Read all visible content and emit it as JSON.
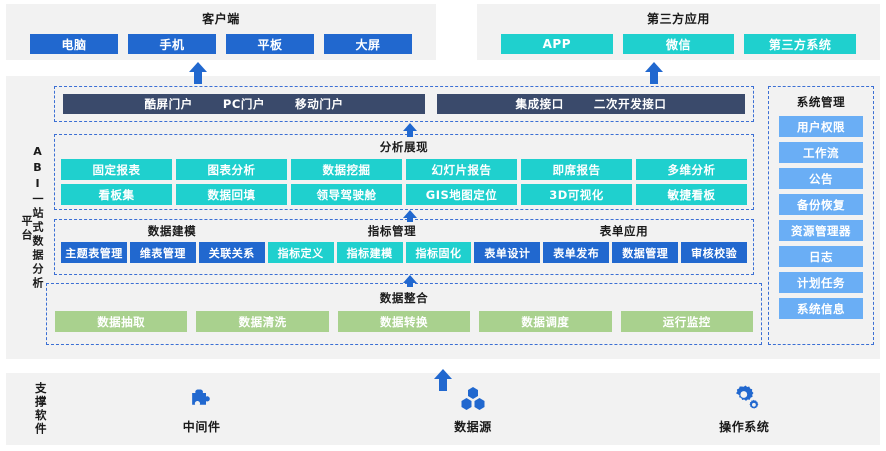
{
  "colors": {
    "blue": "#2168cf",
    "teal": "#1fd0ce",
    "green": "#a9d18e",
    "navy": "#3a4a6b",
    "light_blue": "#6aaef5",
    "panel_bg": "#f2f2f2",
    "dashed_border": "#3b6fd4"
  },
  "client_panel": {
    "title": "客户端",
    "items": [
      {
        "label": "电脑"
      },
      {
        "label": "手机"
      },
      {
        "label": "平板"
      },
      {
        "label": "大屏"
      }
    ]
  },
  "thirdparty_panel": {
    "title": "第三方应用",
    "items": [
      {
        "label": "APP"
      },
      {
        "label": "微信"
      },
      {
        "label": "第三方系统"
      }
    ]
  },
  "platform": {
    "vertical_label_main": "ABI一站式数据分析",
    "vertical_label_second": "平台",
    "portal": {
      "left_items": [
        "酷屏门户",
        "PC门户",
        "移动门户"
      ],
      "right_items": [
        "集成接口",
        "二次开发接口"
      ]
    },
    "analysis": {
      "title": "分析展现",
      "row1": [
        "固定报表",
        "图表分析",
        "数据挖掘",
        "幻灯片报告",
        "即席报告",
        "多维分析"
      ],
      "row2": [
        "看板集",
        "数据回填",
        "领导驾驶舱",
        "GIS地图定位",
        "3D可视化",
        "敏捷看板"
      ]
    },
    "modeling": {
      "groups": [
        {
          "title": "数据建模",
          "style": "blue",
          "items": [
            "主题表管理",
            "维表管理",
            "关联关系"
          ]
        },
        {
          "title": "指标管理",
          "style": "teal",
          "items": [
            "指标定义",
            "指标建模",
            "指标固化"
          ]
        },
        {
          "title": "表单应用",
          "style": "blue",
          "items": [
            "表单设计",
            "表单发布",
            "数据管理",
            "审核校验"
          ]
        }
      ]
    },
    "integration": {
      "title": "数据整合",
      "items": [
        "数据抽取",
        "数据清洗",
        "数据转换",
        "数据调度",
        "运行监控"
      ]
    },
    "sysadmin": {
      "title": "系统管理",
      "items": [
        "用户权限",
        "工作流",
        "公告",
        "备份恢复",
        "资源管理器",
        "日志",
        "计划任务",
        "系统信息"
      ]
    }
  },
  "support_panel": {
    "vertical_label": "支撑软件",
    "items": [
      {
        "label": "中间件",
        "icon": "puzzle-piece-icon"
      },
      {
        "label": "数据源",
        "icon": "hexagon-cluster-icon"
      },
      {
        "label": "操作系统",
        "icon": "gear-icon"
      }
    ]
  }
}
